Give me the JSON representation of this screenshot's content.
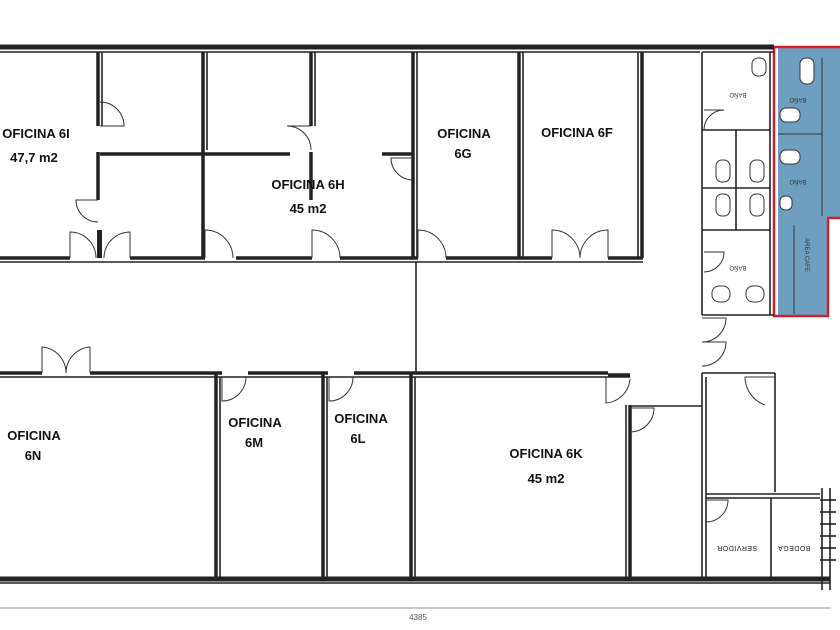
{
  "rooms": {
    "oficina_6i": {
      "name": "OFICINA 6I",
      "area": "47,7 m2"
    },
    "oficina_6h": {
      "name": "OFICINA 6H",
      "area": "45 m2"
    },
    "oficina_6g": {
      "line1": "OFICINA",
      "line2": "6G"
    },
    "oficina_6f": {
      "name": "OFICINA 6F"
    },
    "oficina_6n": {
      "line1": "OFICINA",
      "line2": "6N"
    },
    "oficina_6m": {
      "line1": "OFICINA",
      "line2": "6M"
    },
    "oficina_6l": {
      "line1": "OFICINA",
      "line2": "6L"
    },
    "oficina_6k": {
      "name": "OFICINA 6K",
      "area": "45 m2"
    }
  },
  "service_rooms": {
    "bano_1": "BAÑO",
    "bano_2": "BAÑO",
    "bano_3": "BAÑO",
    "bano_4": "BAÑO",
    "servidor": "SERVIDOR",
    "bodega": "BODEGA",
    "area_cafe": "AREA CAFE"
  },
  "dimension": "4385",
  "colors": {
    "highlight_fill": "#6f9fc0",
    "highlight_border": "#d0202a",
    "wall": "#222222"
  }
}
